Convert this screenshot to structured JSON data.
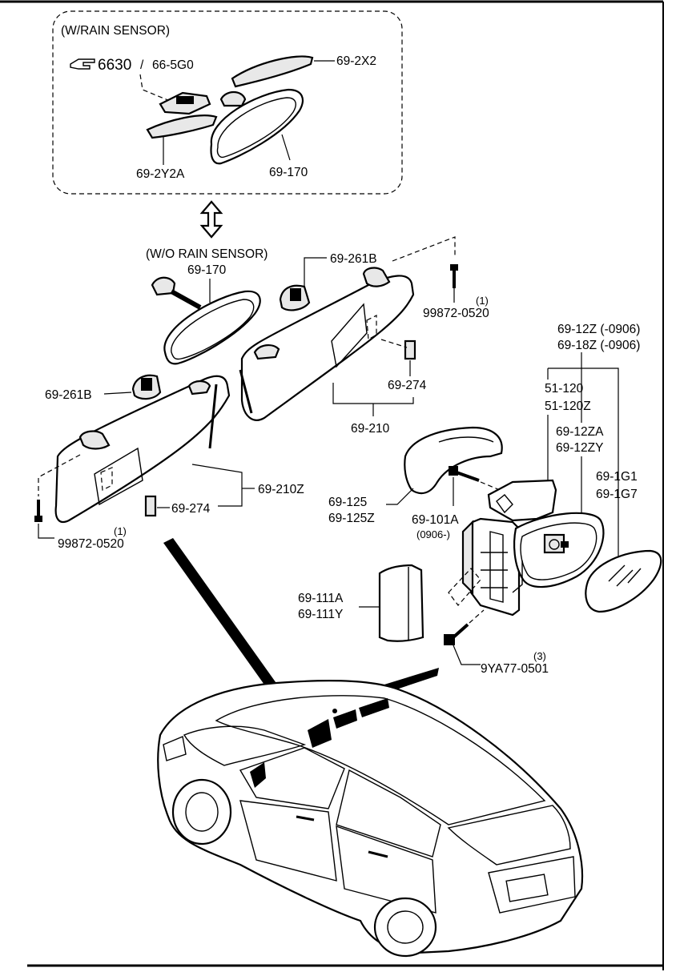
{
  "groups": {
    "with_rain_sensor": "(W/RAIN SENSOR)",
    "without_rain_sensor": "(W/O RAIN SENSOR)"
  },
  "reference": {
    "icon": "pointing-hand-icon",
    "page": "6630",
    "separator": "/",
    "code": "66-5G0"
  },
  "labels": {
    "p69_2x2": "69-2X2",
    "p69_2y2a": "69-2Y2A",
    "p69_170_top": "69-170",
    "p69_170_mid": "69-170",
    "p69_261b_right": "69-261B",
    "p69_261b_left": "69-261B",
    "screw_right_qty": "(1)",
    "screw_right": "99872-0520",
    "p69_274_right": "69-274",
    "p69_210": "69-210",
    "p69_210z": "69-210Z",
    "p69_274_left": "69-274",
    "screw_left_qty": "(1)",
    "screw_left": "99872-0520",
    "p69_12z": "69-12Z (-0906)",
    "p69_18z": "69-18Z (-0906)",
    "p51_120": "51-120",
    "p51_120z": "51-120Z",
    "p69_12za": "69-12ZA",
    "p69_12zy": "69-12ZY",
    "p69_1g1": "69-1G1",
    "p69_1g7": "69-1G7",
    "p69_125": "69-125",
    "p69_125z": "69-125Z",
    "p69_101a": "69-101A",
    "p69_101a_note": "(0906-)",
    "p69_111a": "69-111A",
    "p69_111y": "69-111Y",
    "bolt_qty": "(3)",
    "bolt": "9YA77-0501"
  }
}
